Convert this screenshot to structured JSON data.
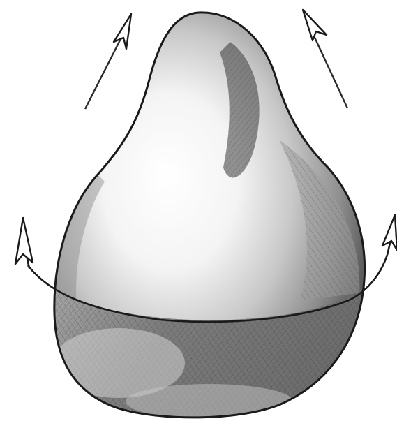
{
  "figure": {
    "subject": "pear-shape-sketch",
    "colors": {
      "background": "#ffffff",
      "outline": "#1a1a1a",
      "highlight": "#ffffff",
      "light_shade": "#d4d4d4",
      "mid_shade": "#9a9a9a",
      "dark_shade": "#4a4a4a",
      "arrow": "#2a2a2a"
    },
    "arrows": [
      {
        "name": "stretch-arrow-upper-left",
        "direction": "up-right"
      },
      {
        "name": "stretch-arrow-upper-right",
        "direction": "up-left"
      },
      {
        "name": "rotate-arrow-left",
        "direction": "up"
      },
      {
        "name": "rotate-arrow-right",
        "direction": "up"
      }
    ]
  }
}
